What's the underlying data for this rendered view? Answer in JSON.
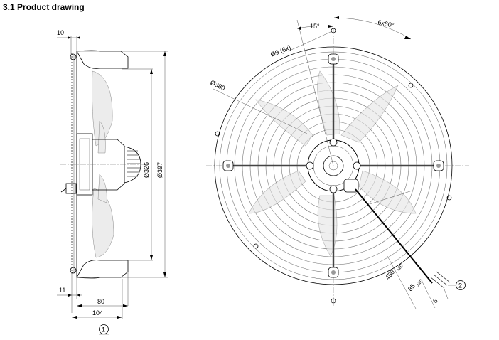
{
  "heading": "3.1 Product drawing",
  "side_view": {
    "dim_top": "10",
    "dim_inner_diameter": "Ø326",
    "dim_outer_diameter": "Ø397",
    "dim_bottom_small": "11",
    "dim_mid": "80",
    "dim_total": "104",
    "callout": "1"
  },
  "front_view": {
    "dim_angle_15": "15°",
    "dim_angle_6x60": "6x60°",
    "dim_holes": "Ø9 (6x)",
    "dim_circle": "Ø380",
    "dim_cable_450": "450",
    "dim_cable_450_tol": "+20",
    "dim_cable_85": "85",
    "dim_cable_85_tol": "±10",
    "dim_cable_6": "6",
    "callout": "2"
  }
}
